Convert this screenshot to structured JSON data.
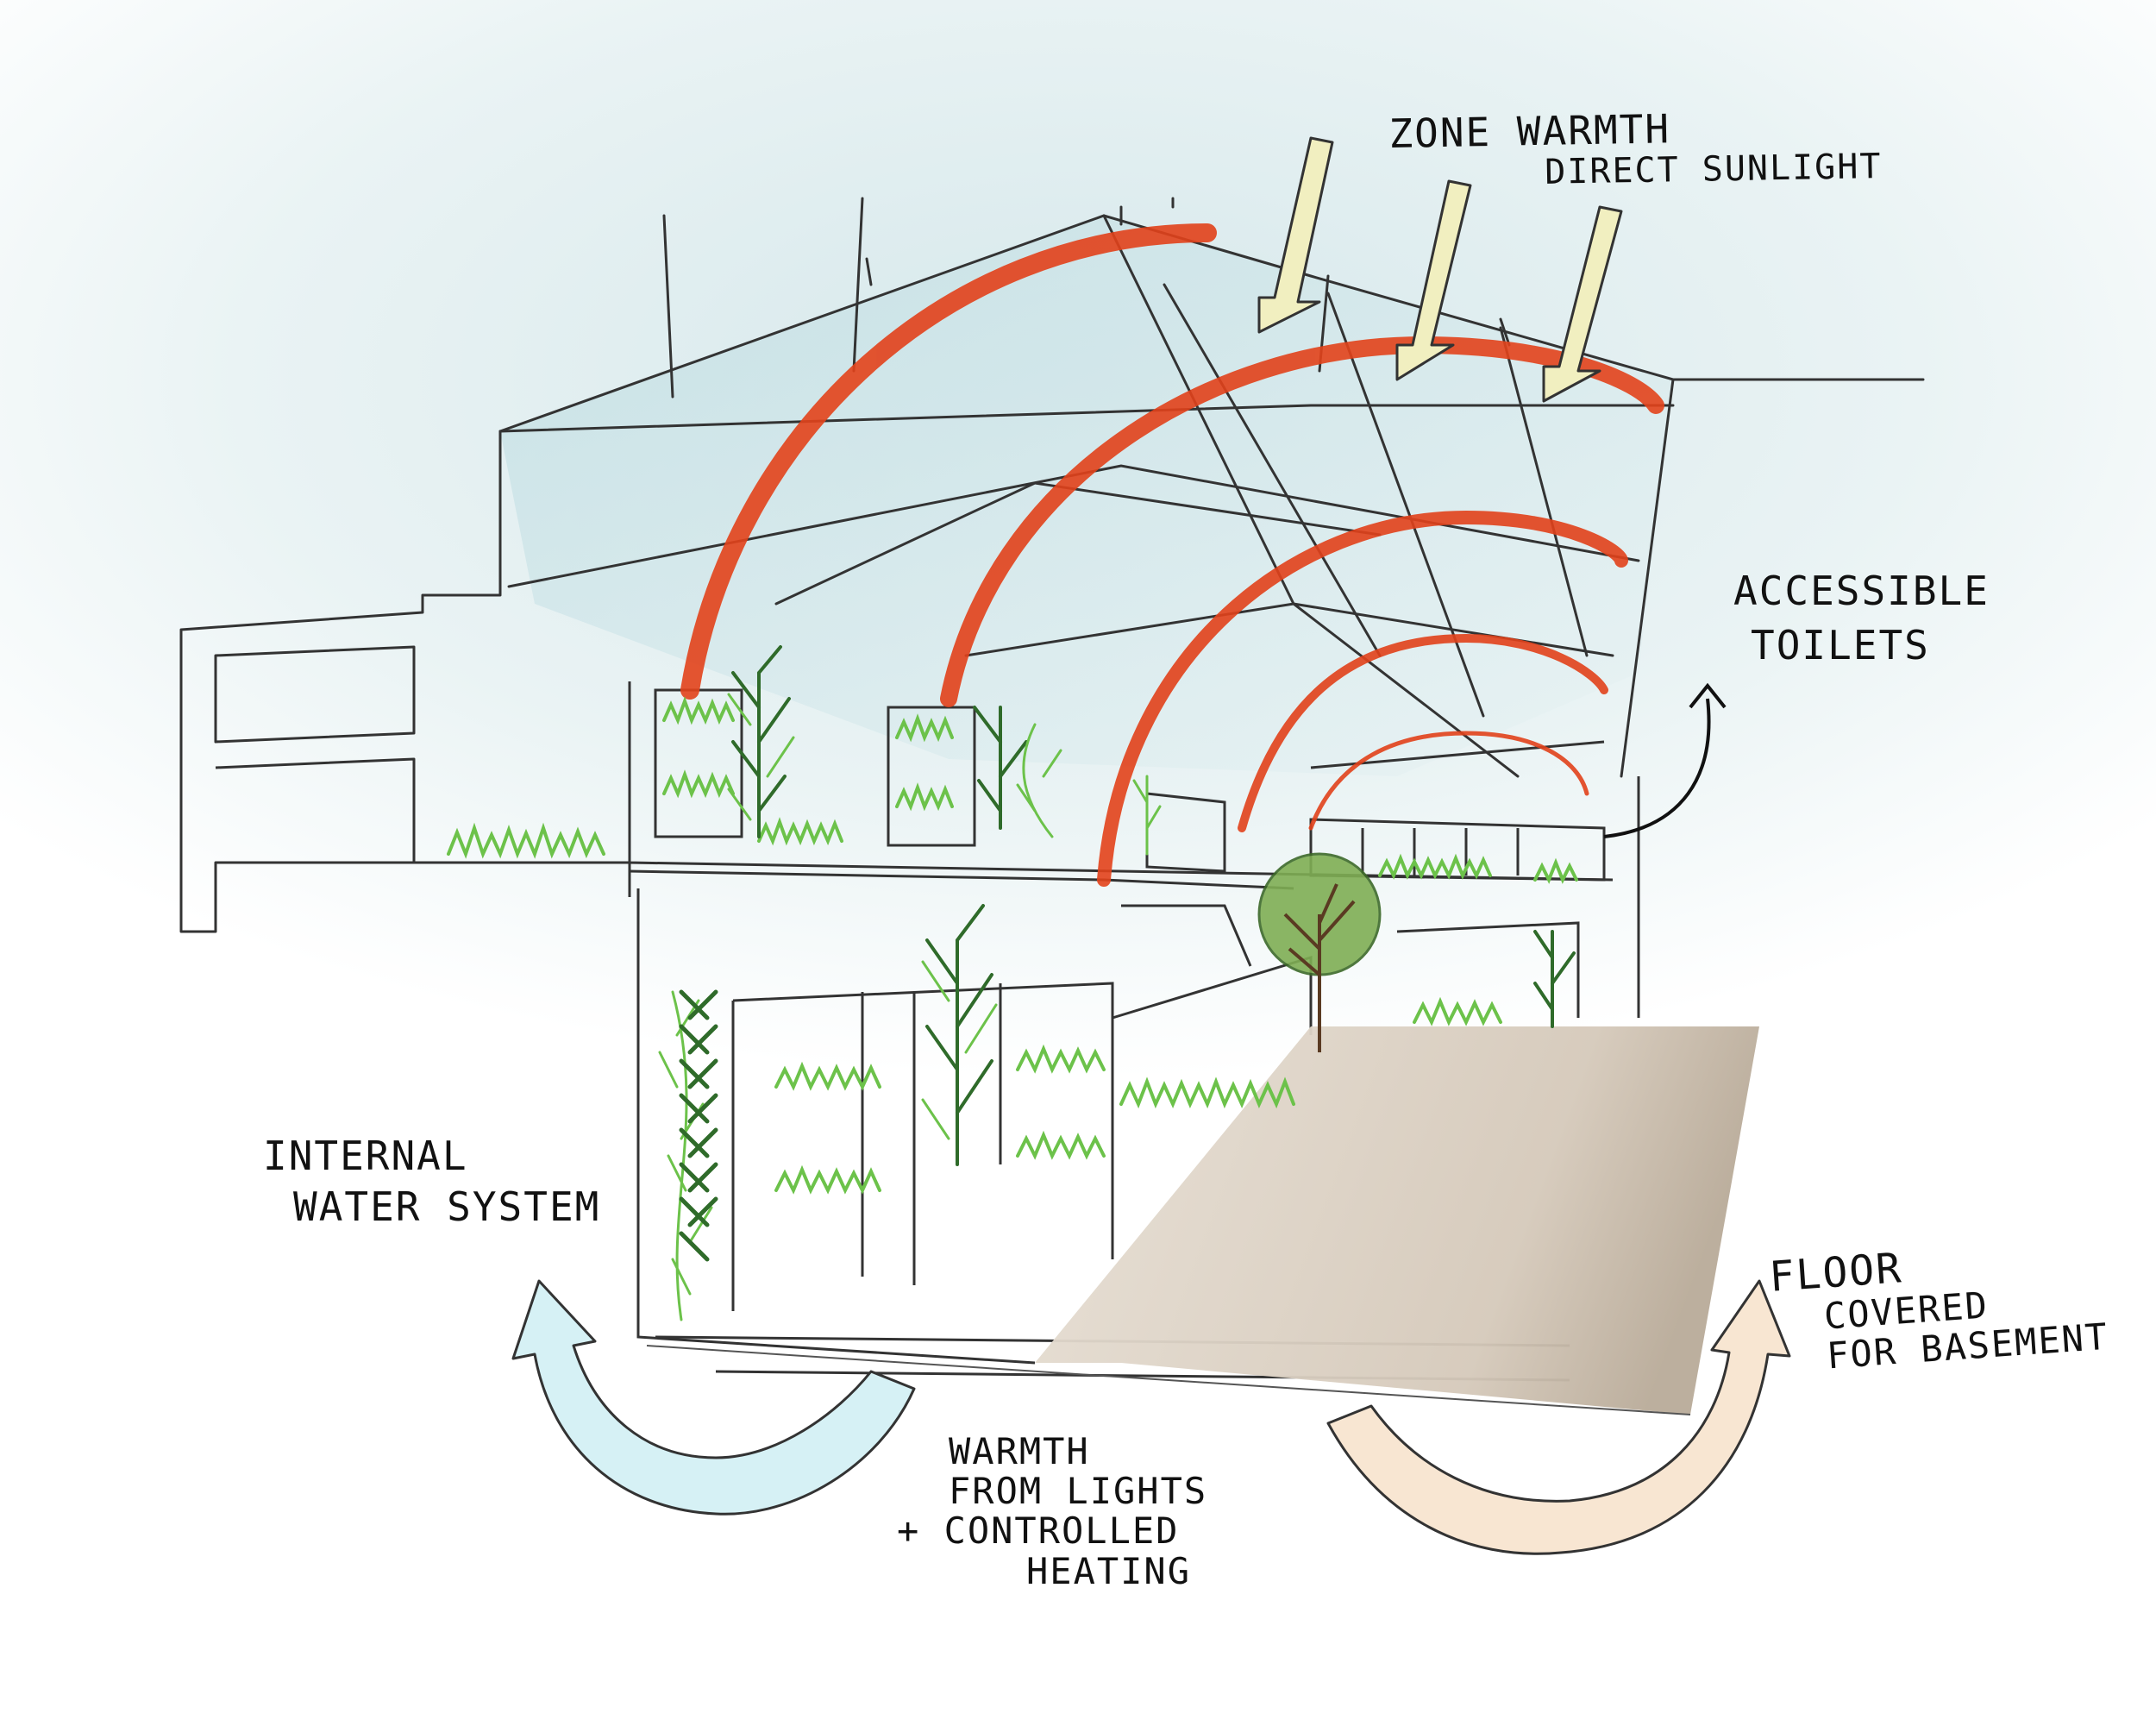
{
  "annotations": {
    "zone_warmth": {
      "line1": "ZONE WARMTH",
      "line2": "DIRECT SUNLIGHT"
    },
    "accessible_toilets": {
      "line1": "ACCESSIBLE",
      "line2": "TOILETS"
    },
    "internal_water": {
      "line1": "INTERNAL",
      "line2": "WATER SYSTEM"
    },
    "warmth_lights": {
      "line1": "WARMTH",
      "line2": "FROM LIGHTS",
      "line3": "+ CONTROLLED",
      "line4": "HEATING"
    },
    "floor_covered": {
      "line1": "FLOOR",
      "line2": "COVERED",
      "line3": "FOR BASEMENT"
    }
  },
  "colors": {
    "sky": "#dcecef",
    "glass": "#cfe7ea",
    "arch_red": "#e2421b",
    "sun_arrow": "#f1efc0",
    "cool_arrow": "#d6f1f5",
    "warm_arrow": "#f8e6d2",
    "floor": "#d8cdbf",
    "plant_green": "#6cc24a",
    "plant_dark": "#2f6b2a",
    "ink": "#2a2a2a"
  }
}
